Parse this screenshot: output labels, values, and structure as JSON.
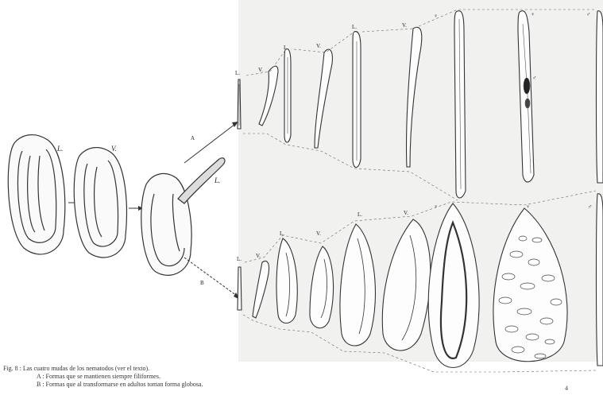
{
  "figure": {
    "stage_labels_top": [
      "L.",
      "V.",
      "L.",
      "V.",
      "L.",
      "V.",
      "♀",
      "♀",
      "♂"
    ],
    "stage_labels_bottom": [
      "L.",
      "V.",
      "L.",
      "V.",
      "L.",
      "V.",
      "♀",
      "♀",
      "♂"
    ],
    "egg_labels": [
      "L.",
      "V.",
      "L."
    ],
    "branch_labels": [
      "A",
      "B"
    ],
    "side_mark": "♂"
  },
  "caption": {
    "line1_prefix": "Fig. 8 :",
    "line1_text": "Las cuatro mudas de los nematodos (ver el texto).",
    "line2": "A : Formas que se mantienen siempre filiformes.",
    "line3": "B : Formas que al transformarse en adultos toman forma globosa."
  },
  "page_number": "4"
}
